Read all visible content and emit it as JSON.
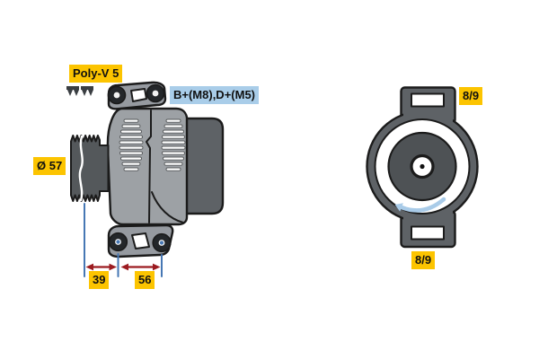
{
  "diagram": {
    "side_view": {
      "belt_type_label": "Poly-V 5",
      "terminals_label": "B+(M8),D+(M5)",
      "pulley_diameter_label": "Ø 57",
      "dim_pulley_to_front_mount": "39",
      "dim_front_to_rear_mount": "56"
    },
    "rear_view": {
      "ratio_label_top": "8/9",
      "ratio_label_bottom": "8/9"
    },
    "icons": {
      "belt_profile": "poly-v-belt-profile-icon",
      "rotation_direction": "counterclockwise-arrow-icon"
    },
    "colors": {
      "label_yellow": "#FCC400",
      "label_blue": "#A9CDE9",
      "dimension_line_blue": "#4677B4",
      "dimension_arrow_red": "#9C1B20",
      "housing_gray": "#9DA1A5",
      "dark_gray": "#54585B",
      "rear_body_gray": "#5E6266",
      "rotation_arrow_blue": "#A9CBE8"
    }
  }
}
